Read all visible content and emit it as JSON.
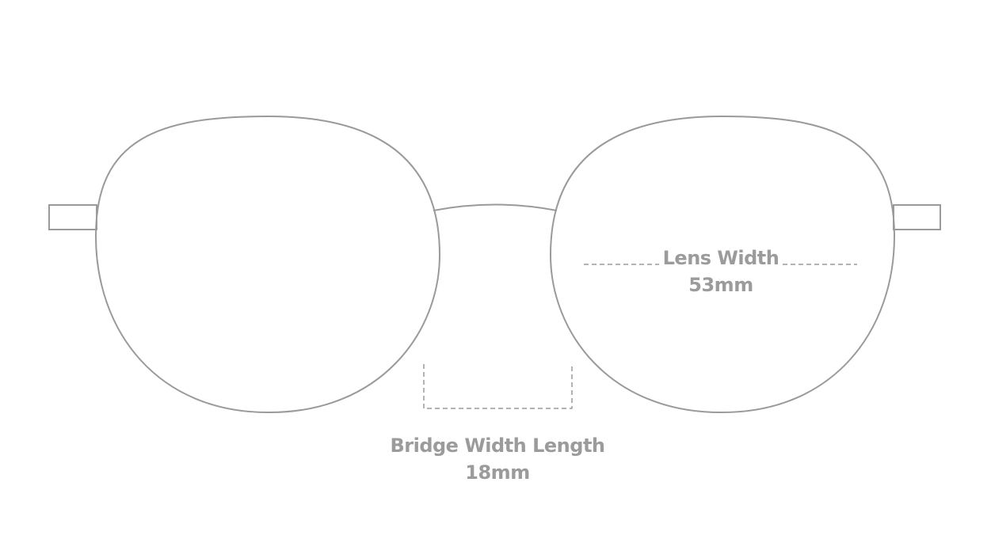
{
  "measurements": {
    "lens": {
      "label": "Lens Width",
      "value": "53mm"
    },
    "bridge": {
      "label": "Bridge Width Length",
      "value": "18mm"
    }
  },
  "colors": {
    "frame_stroke": "#9a9a9a",
    "label_text": "#9b9b9b",
    "background": "#ffffff"
  }
}
